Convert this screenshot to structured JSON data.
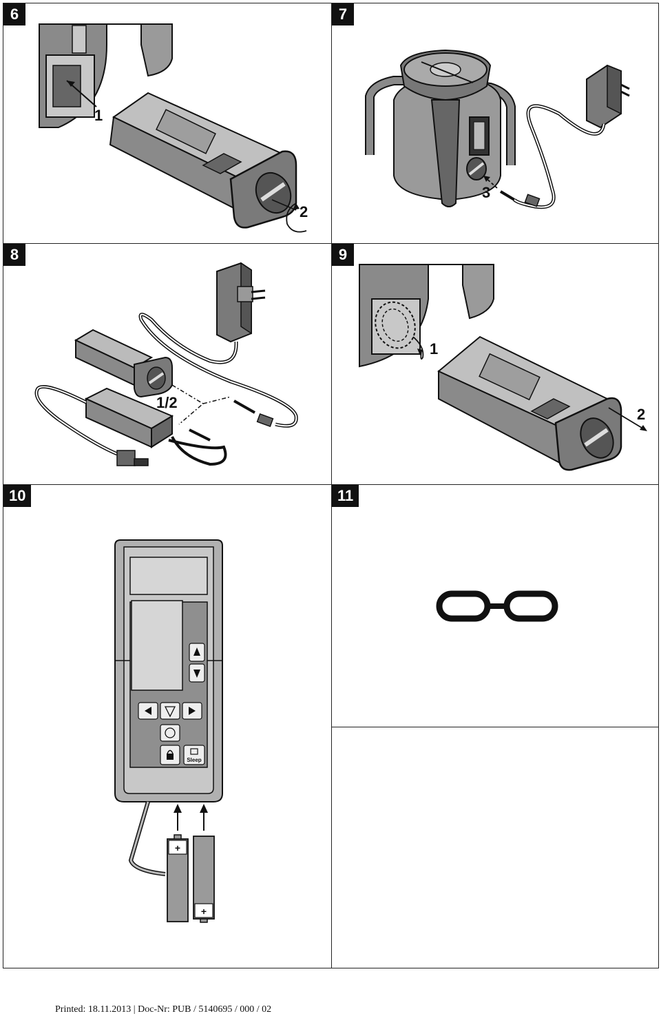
{
  "figures": [
    {
      "number": "6",
      "callouts": [
        "1",
        "2"
      ]
    },
    {
      "number": "7",
      "callouts": [
        "3"
      ]
    },
    {
      "number": "8",
      "callouts": [
        "1/2"
      ]
    },
    {
      "number": "9",
      "callouts": [
        "1",
        "2"
      ]
    },
    {
      "number": "10",
      "callouts": [
        "Sleep",
        "+",
        "+"
      ]
    },
    {
      "number": "11",
      "callouts": []
    }
  ],
  "footer": "Printed: 18.11.2013 | Doc-Nr: PUB / 5140695 / 000 / 02",
  "colors": {
    "ink": "#111111",
    "dark_gray": "#555555",
    "mid_gray": "#8a8a8a",
    "light_gray": "#c8c8c8"
  }
}
